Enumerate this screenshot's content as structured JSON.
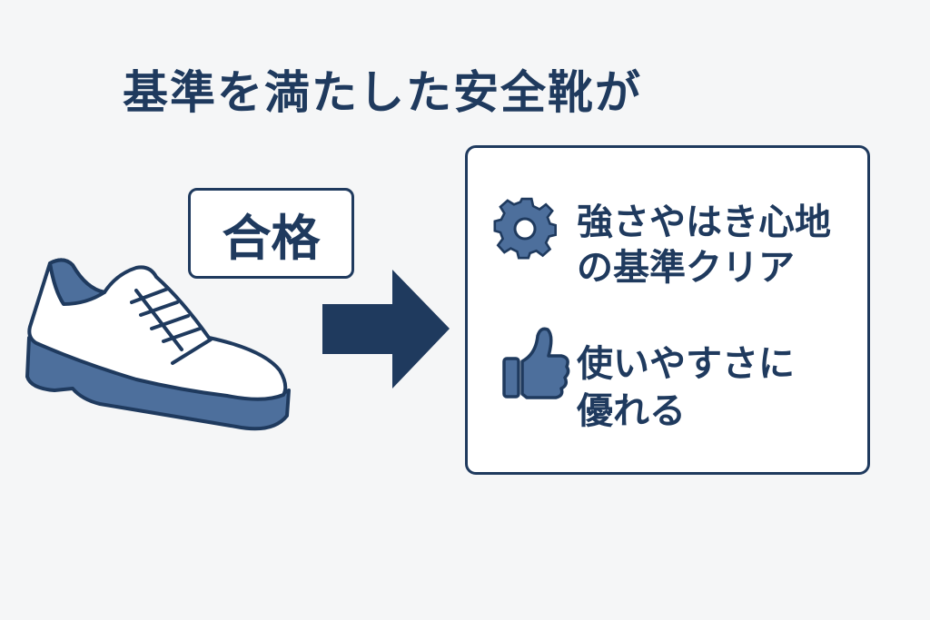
{
  "title": "基準を満たした安全靴が",
  "badge": "合格",
  "benefits": [
    {
      "icon": "gear-icon",
      "lines": [
        "強さやはき心地",
        "の基準クリア"
      ]
    },
    {
      "icon": "thumbs-up-icon",
      "lines": [
        "使いやすさに",
        "優れる"
      ]
    }
  ],
  "colors": {
    "navy": "#1f3a5e",
    "sole": "#4d6f9c",
    "background": "#f5f6f7"
  }
}
